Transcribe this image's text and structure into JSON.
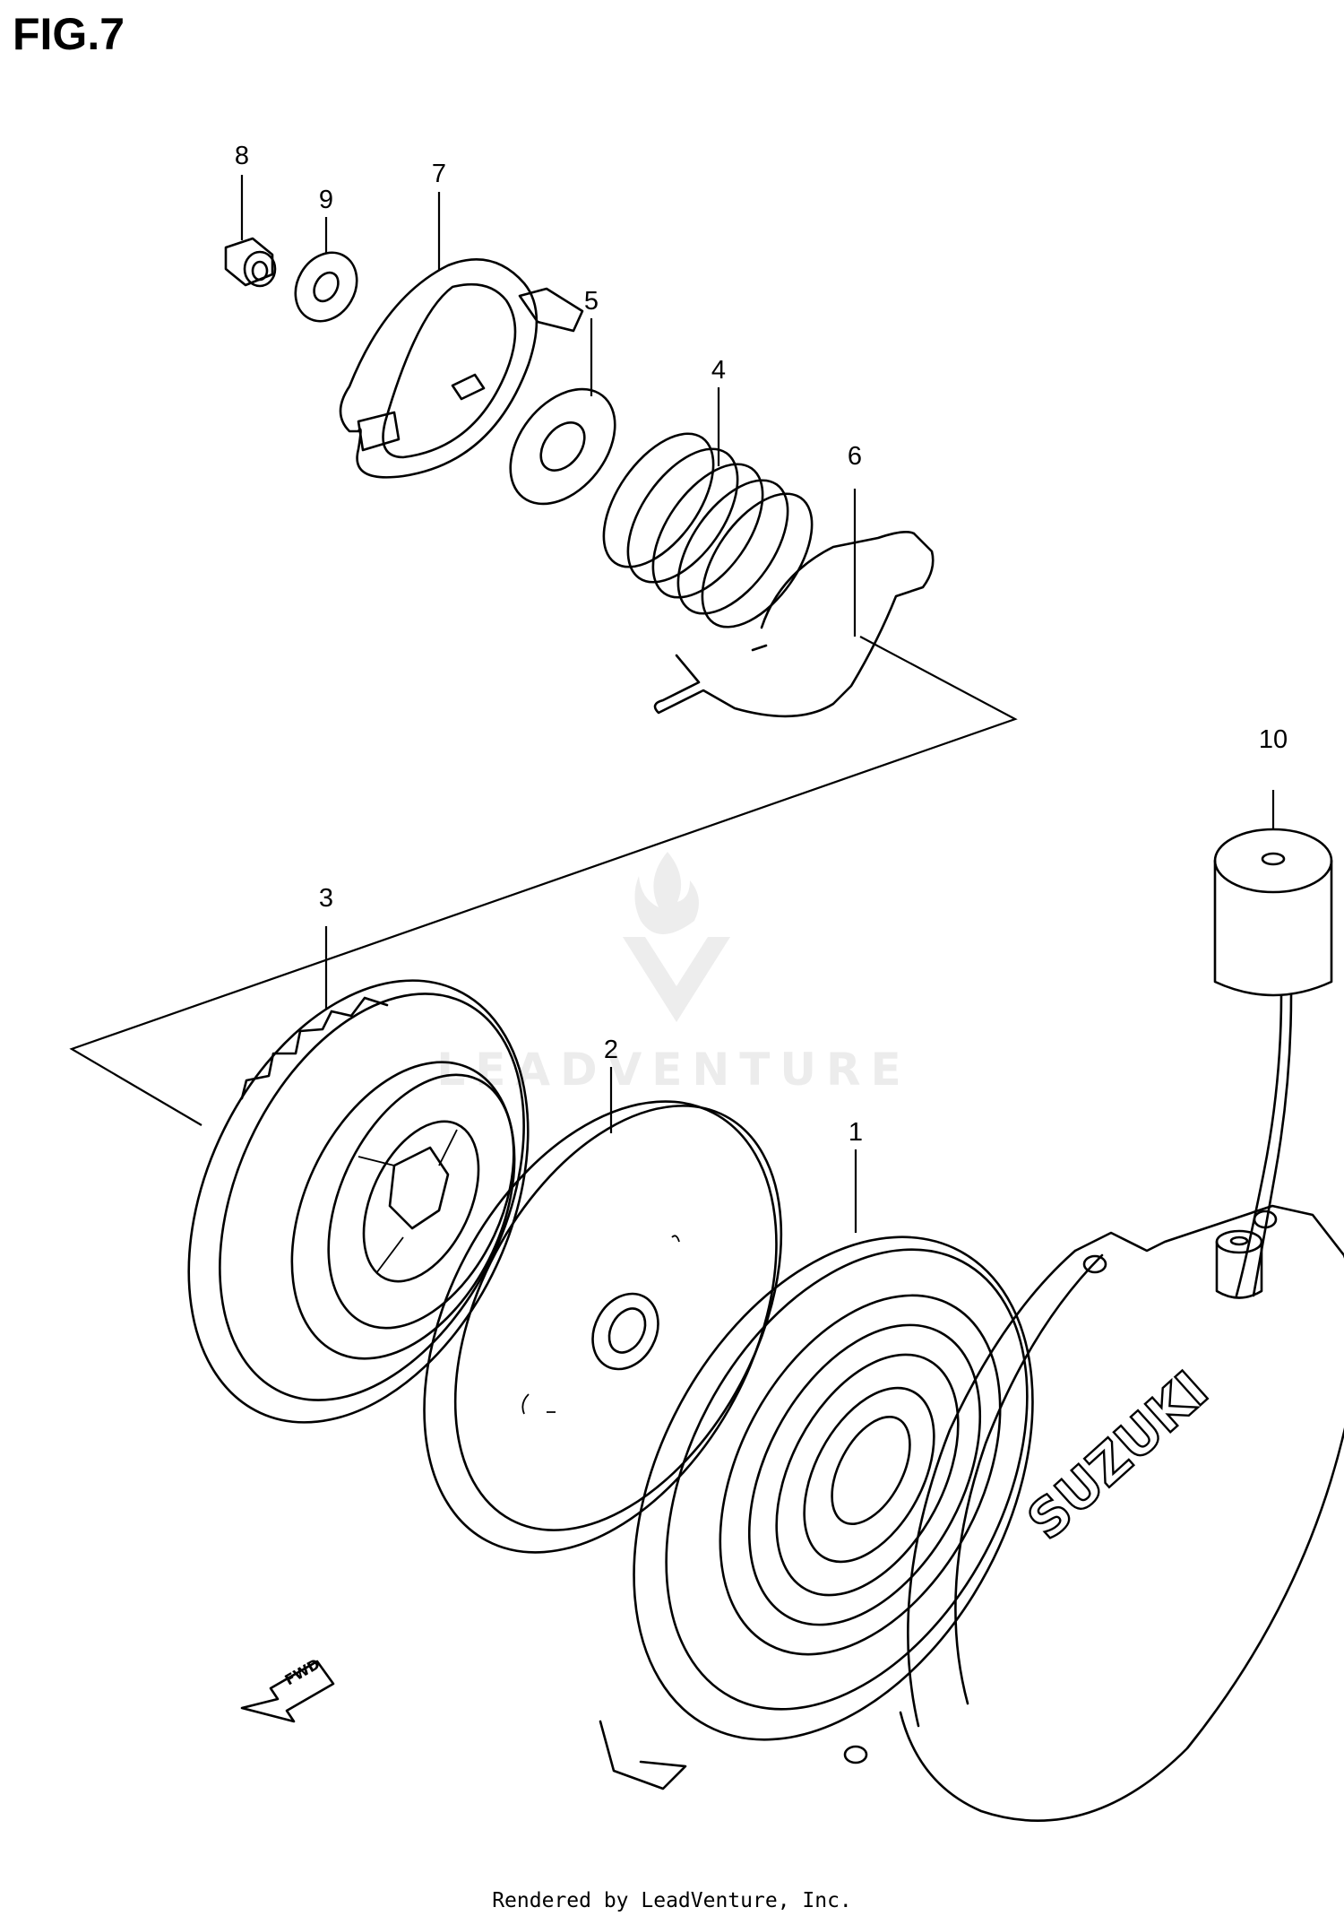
{
  "figure": {
    "title": "FIG.7"
  },
  "callouts": [
    {
      "id": "8",
      "label": "8"
    },
    {
      "id": "9",
      "label": "9"
    },
    {
      "id": "7",
      "label": "7"
    },
    {
      "id": "5",
      "label": "5"
    },
    {
      "id": "4",
      "label": "4"
    },
    {
      "id": "6",
      "label": "6"
    },
    {
      "id": "10",
      "label": "10"
    },
    {
      "id": "3",
      "label": "3"
    },
    {
      "id": "2",
      "label": "2"
    },
    {
      "id": "1",
      "label": "1"
    }
  ],
  "branding": {
    "cover_text": "SUZUKI",
    "direction_arrow": "FWD"
  },
  "watermark": {
    "text": "LEADVENTURE",
    "icon": "flame-v-logo"
  },
  "footer": {
    "credit": "Rendered by LeadVenture, Inc."
  }
}
